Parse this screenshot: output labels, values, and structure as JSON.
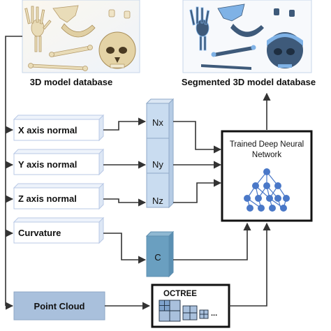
{
  "databases": {
    "left_caption": "3D model database",
    "right_caption": "Segmented 3D model database"
  },
  "features": [
    {
      "label": "X axis normal"
    },
    {
      "label": "Y axis normal"
    },
    {
      "label": "Z axis normal"
    },
    {
      "label": "Curvature"
    }
  ],
  "vectors": [
    {
      "label": "Nx"
    },
    {
      "label": "Ny"
    },
    {
      "label": "Nz"
    },
    {
      "label": "C"
    }
  ],
  "network": {
    "title_line1": "Trained Deep Neural",
    "title_line2": "Network"
  },
  "point_cloud": {
    "label": "Point Cloud"
  },
  "octree": {
    "label": "OCTREE",
    "ellipsis": "..."
  },
  "colors": {
    "feature_fill": "#ffffff",
    "feature_edge": "#b9c9e6",
    "vector_fill": "#c9dcf0",
    "curvature_vector_fill": "#6a9fc0",
    "point_cloud_fill": "#a9c0dc",
    "network_node": "#4a78c8",
    "segmented_bone": "#3e5a7a",
    "segmented_highlight": "#7fb2e6",
    "bone": "#e9dcb8"
  }
}
